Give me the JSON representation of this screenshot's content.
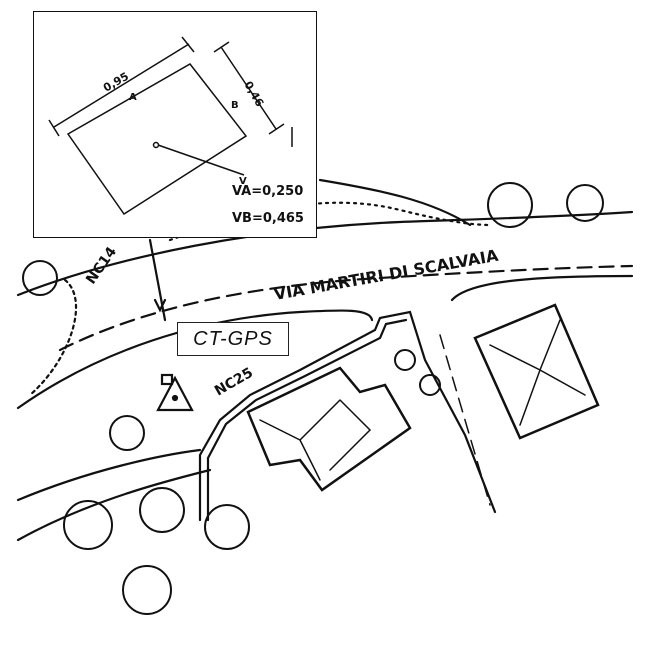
{
  "map": {
    "street_name": "VIA MARTIRI DI SCALVAIA",
    "parcel_labels": [
      "NC14",
      "NC25"
    ],
    "station_label": "CT-GPS"
  },
  "inset": {
    "dimension_long": "0,95",
    "dimension_short": "0,46",
    "point_a": "A",
    "point_b": "B",
    "point_v": "V",
    "va_value": "VA=0,250",
    "vb_value": "VB=0,465"
  }
}
